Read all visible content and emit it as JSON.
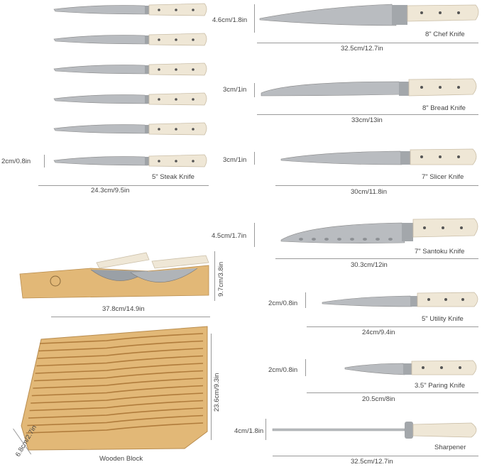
{
  "steak": {
    "label": "5\" Steak Knife",
    "height_dim": "2cm/0.8in",
    "length_dim": "24.3cm/9.5in"
  },
  "knives": [
    {
      "label": "8\" Chef Knife",
      "height_dim": "4.6cm/1.8in",
      "length_dim": "32.5cm/12.7in"
    },
    {
      "label": "8\" Bread Knife",
      "height_dim": "3cm/1in",
      "length_dim": "33cm/13in"
    },
    {
      "label": "7\" Slicer Knife",
      "height_dim": "3cm/1in",
      "length_dim": "30cm/11.8in"
    },
    {
      "label": "7\" Santoku Knife",
      "height_dim": "4.5cm/1.7in",
      "length_dim": "30.3cm/12in"
    },
    {
      "label": "5\" Utility Knife",
      "height_dim": "2cm/0.8in",
      "length_dim": "24cm/9.4in"
    },
    {
      "label": "3.5\" Paring Knife",
      "height_dim": "2cm/0.8in",
      "length_dim": "20.5cm/8in"
    },
    {
      "label": "Sharpener",
      "height_dim": "4cm/1.8in",
      "length_dim": "32.5cm/12.7in"
    }
  ],
  "block": {
    "label": "Wooden Block",
    "height_dim": "9.7cm/3.8in",
    "width_dim": "37.8cm/14.9in",
    "depth_dim": "23.6cm/9.3in",
    "thickness_dim": "6.8cm/2.7in"
  },
  "colors": {
    "handle": "#efe7d6",
    "blade": "#b9bcc0",
    "wood": "#e2b877"
  }
}
